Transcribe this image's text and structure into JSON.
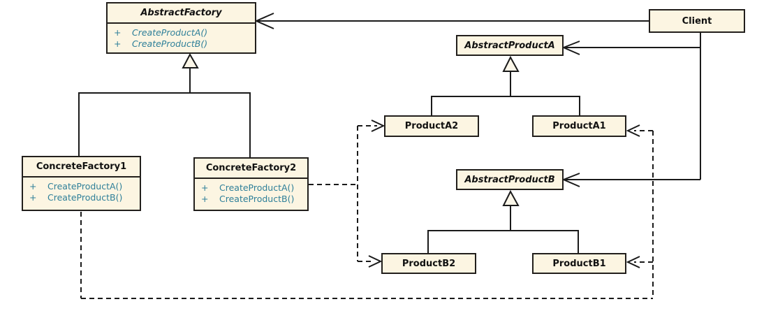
{
  "ui": {
    "plus": "+"
  },
  "colors": {
    "background": "#ffffff",
    "box_fill": "#fcf5e2",
    "box_border": "#221f1c",
    "triangle_fill": "#fcf7e9",
    "line": "#1a1a1a",
    "title_text": "#111111",
    "method_text": "#2e7f99"
  },
  "classes": {
    "abstract_factory": {
      "name": "AbstractFactory",
      "abstract": true,
      "methods": [
        "CreateProductA()",
        "CreateProductB()"
      ]
    },
    "client": {
      "name": "Client"
    },
    "abstract_product_a": {
      "name": "AbstractProductA",
      "abstract": true
    },
    "product_a2": {
      "name": "ProductA2"
    },
    "product_a1": {
      "name": "ProductA1"
    },
    "abstract_product_b": {
      "name": "AbstractProductB",
      "abstract": true
    },
    "product_b2": {
      "name": "ProductB2"
    },
    "product_b1": {
      "name": "ProductB1"
    },
    "concrete_factory_1": {
      "name": "ConcreteFactory1",
      "methods": [
        "CreateProductA()",
        "CreateProductB()"
      ]
    },
    "concrete_factory_2": {
      "name": "ConcreteFactory2",
      "methods": [
        "CreateProductA()",
        "CreateProductB()"
      ]
    }
  },
  "relationships": [
    {
      "from": "Client",
      "to": "AbstractFactory",
      "type": "association"
    },
    {
      "from": "Client",
      "to": "AbstractProductA",
      "type": "association"
    },
    {
      "from": "Client",
      "to": "AbstractProductB",
      "type": "association"
    },
    {
      "from": "ConcreteFactory1",
      "to": "AbstractFactory",
      "type": "generalization"
    },
    {
      "from": "ConcreteFactory2",
      "to": "AbstractFactory",
      "type": "generalization"
    },
    {
      "from": "ProductA2",
      "to": "AbstractProductA",
      "type": "generalization"
    },
    {
      "from": "ProductA1",
      "to": "AbstractProductA",
      "type": "generalization"
    },
    {
      "from": "ProductB2",
      "to": "AbstractProductB",
      "type": "generalization"
    },
    {
      "from": "ProductB1",
      "to": "AbstractProductB",
      "type": "generalization"
    },
    {
      "from": "ConcreteFactory2",
      "to": "ProductA2",
      "type": "dependency"
    },
    {
      "from": "ConcreteFactory2",
      "to": "ProductB2",
      "type": "dependency"
    },
    {
      "from": "ConcreteFactory1",
      "to": "ProductA1",
      "type": "dependency"
    },
    {
      "from": "ConcreteFactory1",
      "to": "ProductB1",
      "type": "dependency"
    }
  ]
}
